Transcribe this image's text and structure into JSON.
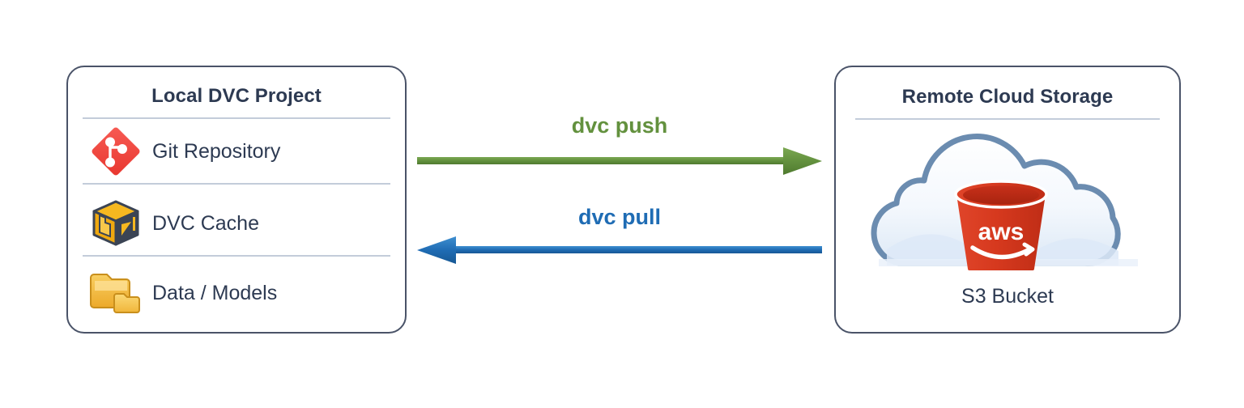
{
  "diagram": {
    "title": "DVC remote storage sync diagram",
    "colors": {
      "panel_border": "#4a5368",
      "heading_text": "#2d3a52",
      "divider": "#c3ccda",
      "push_green": "#63913e",
      "pull_blue": "#1f6cb4",
      "git_red": "#ef4a43",
      "dvc_orange": "#f2a81d",
      "folder_amber": "#f0b63a",
      "aws_red": "#d7391f",
      "cloud_outline": "#6b8cb0",
      "cloud_fill": "#eef4fb"
    }
  },
  "local": {
    "title": "Local DVC Project",
    "items": [
      {
        "label": "Git Repository",
        "icon": "git-icon"
      },
      {
        "label": "DVC Cache",
        "icon": "dvc-cube-icon"
      },
      {
        "label": "Data / Models",
        "icon": "folder-icon"
      }
    ]
  },
  "remote": {
    "title": "Remote Cloud Storage",
    "icon": "aws-s3-cloud-icon",
    "caption": "S3 Bucket"
  },
  "arrows": [
    {
      "id": "push",
      "label": "dvc push",
      "direction": "right",
      "color": "#63913e"
    },
    {
      "id": "pull",
      "label": "dvc pull",
      "direction": "left",
      "color": "#1f6cb4"
    }
  ]
}
